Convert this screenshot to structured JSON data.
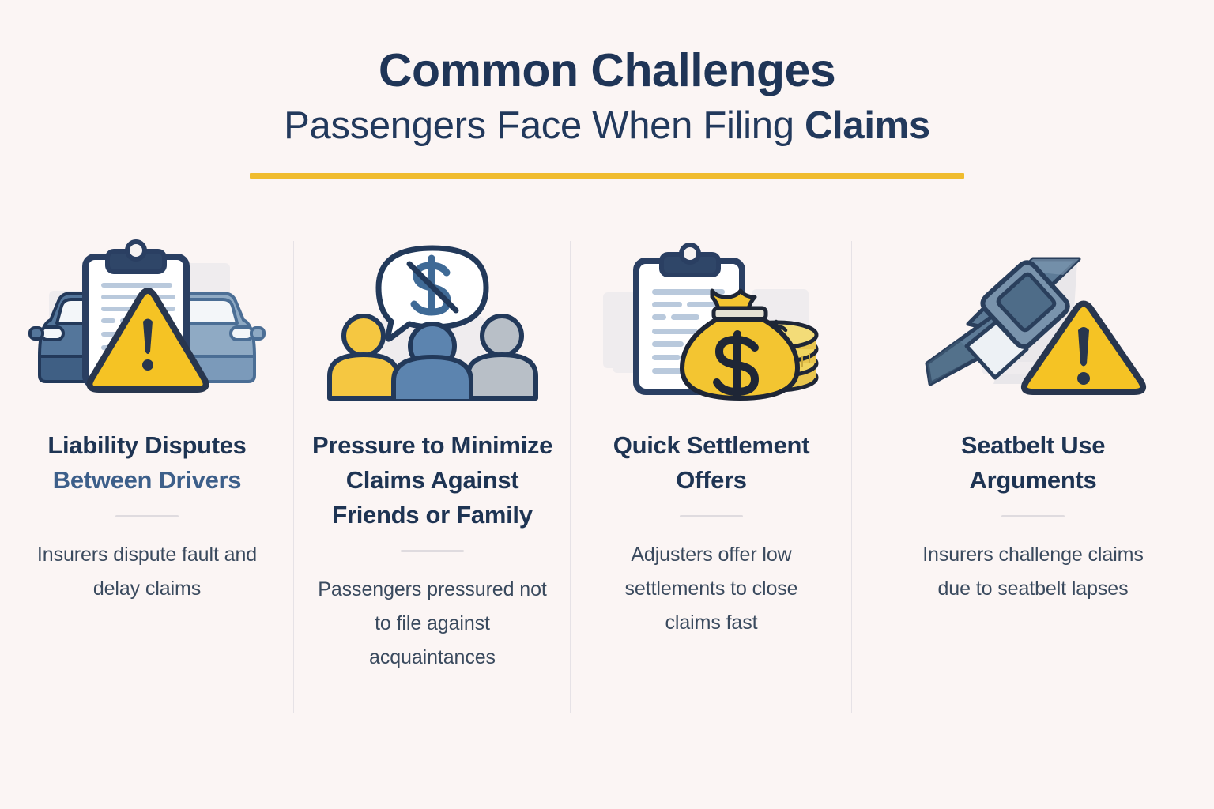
{
  "header": {
    "title_line1": "Common Challenges",
    "title_line2_a": "Passengers Face When Filing ",
    "title_line2_b": "Claims",
    "accent_color": "#F0BC2E"
  },
  "theme": {
    "background": "#FBF5F4",
    "navy": "#1E3453",
    "steel_blue": "#3D5F8A",
    "body_text": "#3A4A5E",
    "yellow": "#F5C324",
    "divider": "#E6E2E6"
  },
  "columns": [
    {
      "icon_name": "car-collision-clipboard-warning-icon",
      "heading_main": "Liability Disputes",
      "heading_sub": "Between Drivers",
      "body": "Insurers dispute fault and delay claims"
    },
    {
      "icon_name": "people-no-money-speech-bubble-icon",
      "heading_main": "Pressure to Minimize Claims",
      "heading_sub": "Against Friends or Family",
      "body": "Passengers pressured not to file against acquaintances"
    },
    {
      "icon_name": "clipboard-money-bag-coins-icon",
      "heading_main": "Quick Settlement Offers",
      "heading_sub": "",
      "body": "Adjusters offer low settlements to close claims fast"
    },
    {
      "icon_name": "seatbelt-buckle-warning-icon",
      "heading_main": "Seatbelt Use Arguments",
      "heading_sub": "",
      "body": "Insurers challenge claims due to seatbelt lapses"
    }
  ]
}
